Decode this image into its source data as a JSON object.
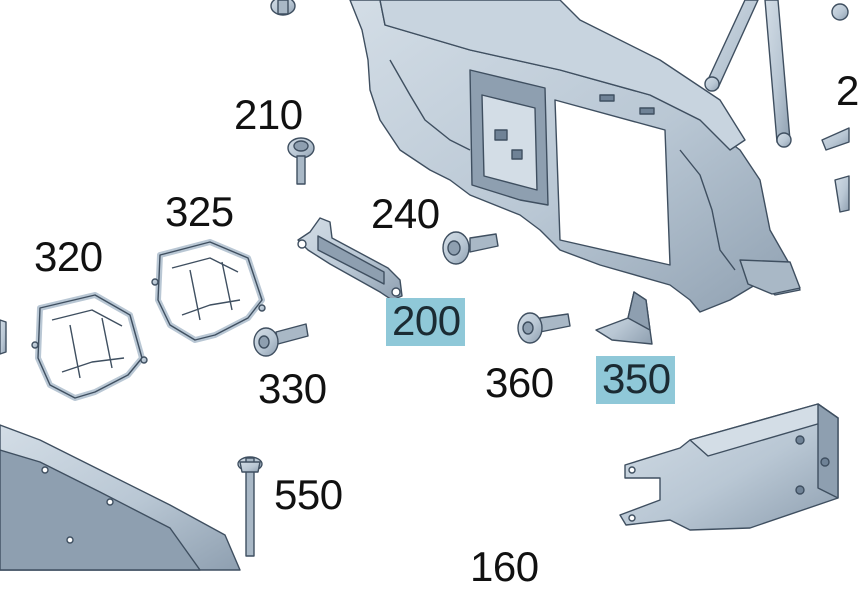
{
  "callouts": [
    {
      "id": "c210",
      "text": "210",
      "highlighted": false
    },
    {
      "id": "c240",
      "text": "240",
      "highlighted": false
    },
    {
      "id": "c325",
      "text": "325",
      "highlighted": false
    },
    {
      "id": "c320",
      "text": "320",
      "highlighted": false
    },
    {
      "id": "c200",
      "text": "200",
      "highlighted": true
    },
    {
      "id": "c330",
      "text": "330",
      "highlighted": false
    },
    {
      "id": "c360",
      "text": "360",
      "highlighted": false
    },
    {
      "id": "c350",
      "text": "350",
      "highlighted": true
    },
    {
      "id": "c550",
      "text": "550",
      "highlighted": false
    },
    {
      "id": "c160",
      "text": "160",
      "highlighted": false
    },
    {
      "id": "c2",
      "text": "2",
      "highlighted": false
    }
  ],
  "colors": {
    "part_fill": "#b9c7d4",
    "part_shade": "#8798aa",
    "part_edge": "#3f4f60",
    "highlight": "#8fc8d8"
  }
}
